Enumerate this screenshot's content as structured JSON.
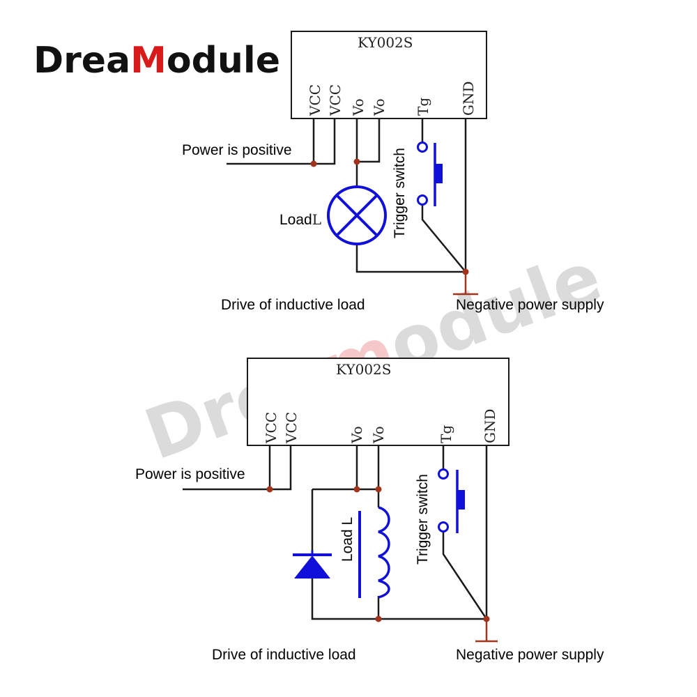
{
  "brand": {
    "prefix": "Drea",
    "highlight": "M",
    "suffix": "odule"
  },
  "watermark": {
    "prefix": "Drea",
    "highlight": "m",
    "suffix": "odule"
  },
  "colors": {
    "wire": "#1a1a1a",
    "component": "#1010d8",
    "junction": "#a0341c",
    "brand_accent": "#d81a1a"
  },
  "circuits": [
    {
      "chip": "KY002S",
      "pins": {
        "vcc1": "VCC",
        "vcc2": "VCC",
        "vo1": "Vo",
        "vo2": "Vo",
        "tg": "Tg",
        "gnd": "GND"
      },
      "power_label": "Power is positive",
      "load_label": "Load",
      "load_designator": "L",
      "switch_label": "Trigger switch",
      "caption": "Drive of inductive load",
      "supply_label": "Negative power supply"
    },
    {
      "chip": "KY002S",
      "pins": {
        "vcc1": "VCC",
        "vcc2": "VCC",
        "vo1": "Vo",
        "vo2": "Vo",
        "tg": "Tg",
        "gnd": "GND"
      },
      "power_label": "Power is positive",
      "load_label": "Load L",
      "switch_label": "Trigger switch",
      "caption": "Drive of inductive load",
      "supply_label": "Negative power supply"
    }
  ]
}
